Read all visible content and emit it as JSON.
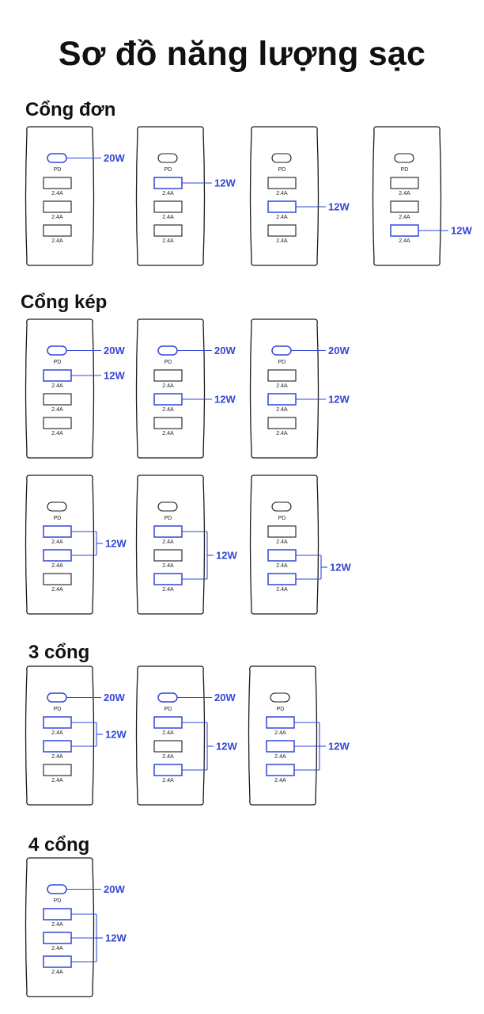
{
  "title": "Sơ đồ năng lượng sạc",
  "colors": {
    "active": "#3346d6",
    "body": "#1c1c1c",
    "background": "#ffffff"
  },
  "labels": {
    "pd": "PD",
    "usb": "2.4A"
  },
  "sections": [
    {
      "title": "Cổng đơn",
      "rows": [
        [
          {
            "active_ports": [
              "pd"
            ],
            "callouts": [
              {
                "ports": [
                  "pd"
                ],
                "label": "20W"
              }
            ]
          },
          {
            "active_ports": [
              "usb1"
            ],
            "callouts": [
              {
                "ports": [
                  "usb1"
                ],
                "label": "12W"
              }
            ]
          },
          {
            "active_ports": [
              "usb2"
            ],
            "callouts": [
              {
                "ports": [
                  "usb2"
                ],
                "label": "12W"
              }
            ]
          },
          {
            "active_ports": [
              "usb3"
            ],
            "callouts": [
              {
                "ports": [
                  "usb3"
                ],
                "label": "12W"
              }
            ]
          }
        ]
      ]
    },
    {
      "title": "Cổng kép",
      "rows": [
        [
          {
            "active_ports": [
              "pd",
              "usb1"
            ],
            "callouts": [
              {
                "ports": [
                  "pd"
                ],
                "label": "20W"
              },
              {
                "ports": [
                  "usb1"
                ],
                "label": "12W"
              }
            ]
          },
          {
            "active_ports": [
              "pd",
              "usb2"
            ],
            "callouts": [
              {
                "ports": [
                  "pd"
                ],
                "label": "20W"
              },
              {
                "ports": [
                  "usb2"
                ],
                "label": "12W"
              }
            ]
          },
          {
            "active_ports": [
              "pd",
              "usb2"
            ],
            "callouts": [
              {
                "ports": [
                  "pd"
                ],
                "label": "20W"
              },
              {
                "ports": [
                  "usb2"
                ],
                "label": "12W"
              }
            ]
          }
        ],
        [
          {
            "active_ports": [
              "usb1",
              "usb2"
            ],
            "callouts": [
              {
                "ports": [
                  "usb1",
                  "usb2"
                ],
                "label": "12W"
              }
            ]
          },
          {
            "active_ports": [
              "usb1",
              "usb3"
            ],
            "callouts": [
              {
                "ports": [
                  "usb1",
                  "usb3"
                ],
                "label": "12W"
              }
            ]
          },
          {
            "active_ports": [
              "usb2",
              "usb3"
            ],
            "callouts": [
              {
                "ports": [
                  "usb2",
                  "usb3"
                ],
                "label": "12W"
              }
            ]
          }
        ]
      ]
    },
    {
      "title": "3 cổng",
      "rows": [
        [
          {
            "active_ports": [
              "pd",
              "usb1",
              "usb2"
            ],
            "callouts": [
              {
                "ports": [
                  "pd"
                ],
                "label": "20W"
              },
              {
                "ports": [
                  "usb1",
                  "usb2"
                ],
                "label": "12W"
              }
            ]
          },
          {
            "active_ports": [
              "pd",
              "usb1",
              "usb3"
            ],
            "callouts": [
              {
                "ports": [
                  "pd"
                ],
                "label": "20W"
              },
              {
                "ports": [
                  "usb1",
                  "usb3"
                ],
                "label": "12W"
              }
            ]
          },
          {
            "active_ports": [
              "usb1",
              "usb2",
              "usb3"
            ],
            "callouts": [
              {
                "ports": [
                  "usb1",
                  "usb2",
                  "usb3"
                ],
                "label": "12W"
              }
            ]
          }
        ]
      ]
    },
    {
      "title": "4 cổng",
      "rows": [
        [
          {
            "active_ports": [
              "pd",
              "usb1",
              "usb2",
              "usb3"
            ],
            "callouts": [
              {
                "ports": [
                  "pd"
                ],
                "label": "20W"
              },
              {
                "ports": [
                  "usb1",
                  "usb2",
                  "usb3"
                ],
                "label": "12W"
              }
            ]
          }
        ]
      ]
    }
  ]
}
